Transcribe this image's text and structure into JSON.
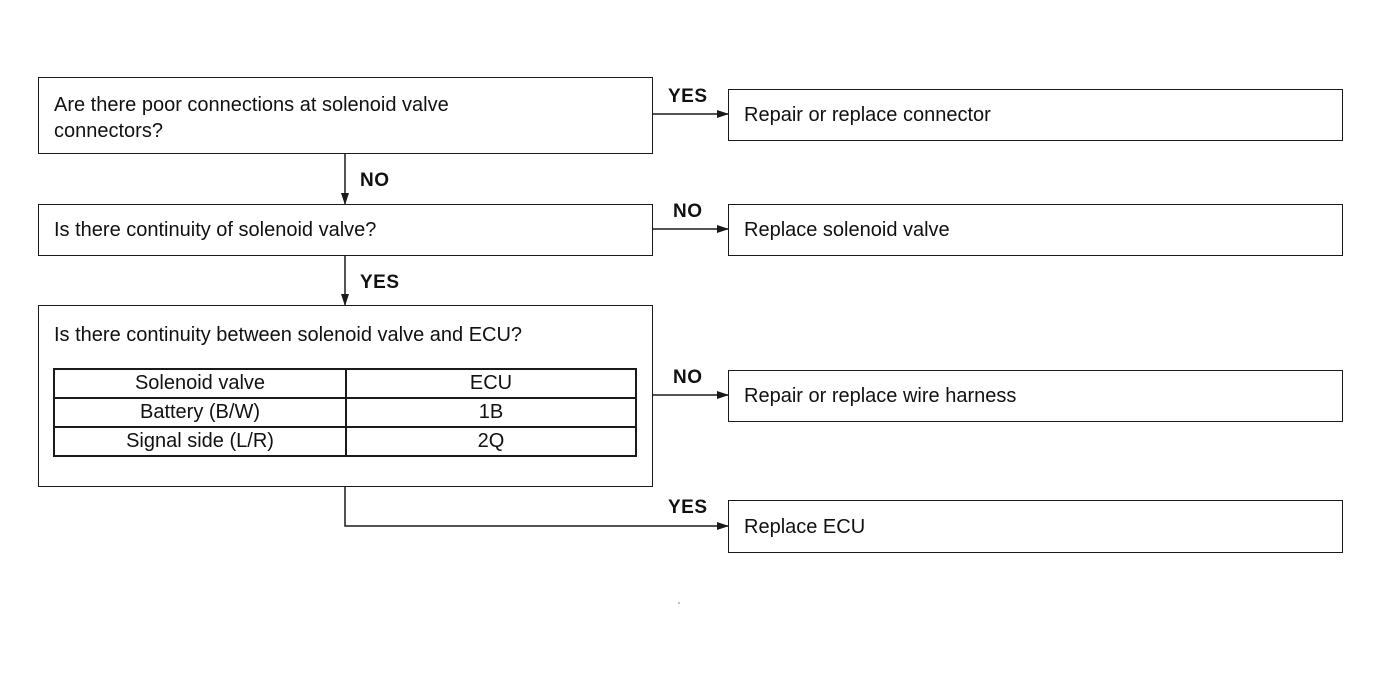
{
  "questions": {
    "q1": {
      "text": "Are there poor connections at solenoid valve connectors?"
    },
    "q2": {
      "text": "Is there continuity of solenoid valve?"
    },
    "q3": {
      "text": "Is there continuity between solenoid valve and ECU?",
      "table": {
        "headers": [
          "Solenoid valve",
          "ECU"
        ],
        "rows": [
          [
            "Battery (B/W)",
            "1B"
          ],
          [
            "Signal side (L/R)",
            "2Q"
          ]
        ]
      }
    }
  },
  "actions": {
    "a1": "Repair or replace connector",
    "a2": "Replace solenoid valve",
    "a3": "Repair or replace wire harness",
    "a4": "Replace ECU"
  },
  "labels": {
    "q1_right": "YES",
    "q1_down": "NO",
    "q2_right": "NO",
    "q2_down": "YES",
    "q3_right": "NO",
    "q3_down": "YES"
  }
}
